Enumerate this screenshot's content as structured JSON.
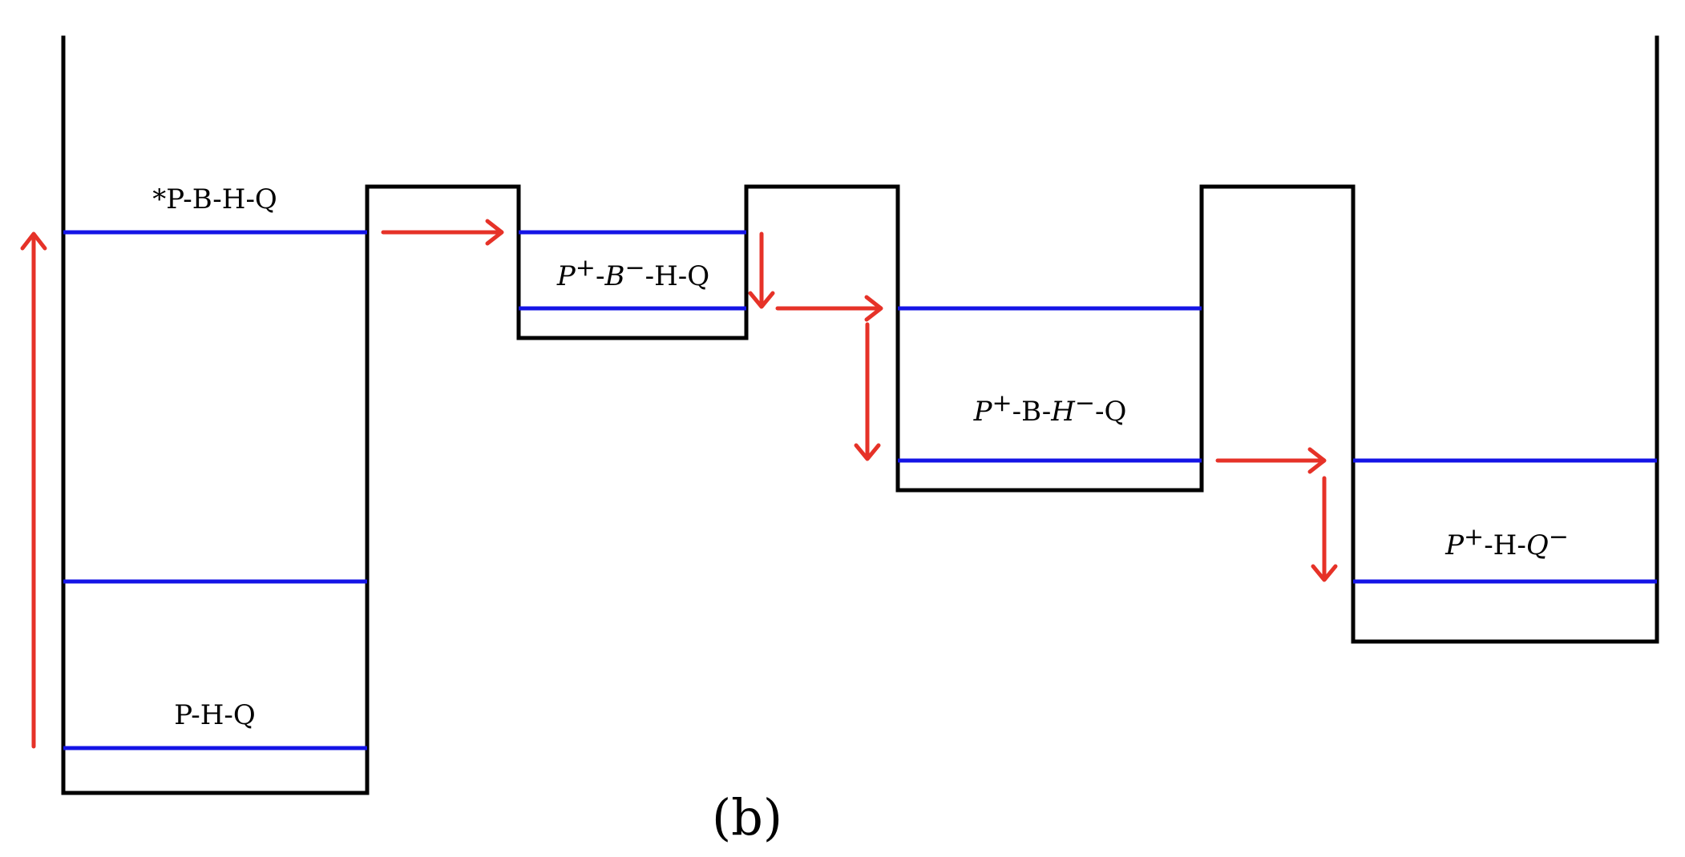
{
  "colors": {
    "wall": "#000000",
    "level": "#1414e6",
    "arrow": "#e63228"
  },
  "states": {
    "excited": "*P-B-H-Q",
    "ground": "P-H-Q",
    "pb_p": "P",
    "pb_plus": "+",
    "pb_dash1": "-",
    "pb_b": "B",
    "pb_minus": "−",
    "pb_rest": "-H-Q",
    "ph_p": "P",
    "ph_plus": "+",
    "ph_mid": "-B-",
    "ph_h": "H",
    "ph_minus": "−",
    "ph_rest": "-Q",
    "pq_p": "P",
    "pq_plus": "+",
    "pq_mid": "-H-",
    "pq_q": "Q",
    "pq_minus": "−"
  },
  "caption": "(b)"
}
